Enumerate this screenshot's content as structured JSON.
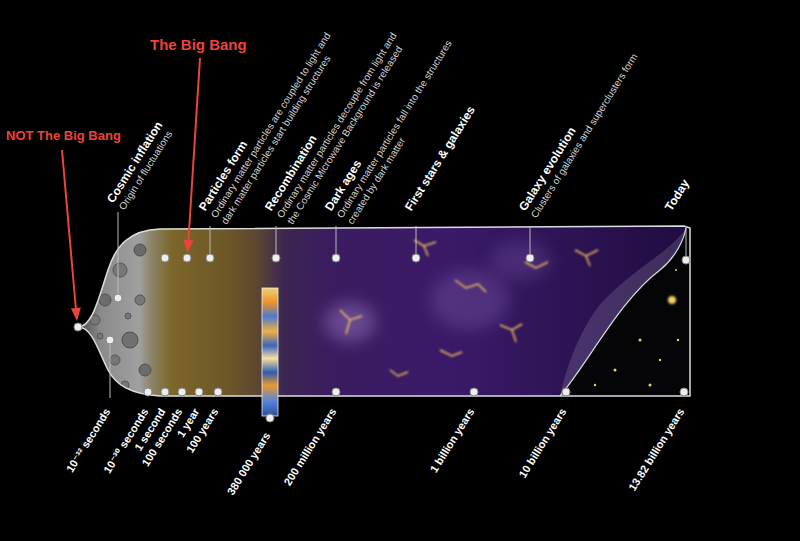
{
  "diagram": {
    "labels": [
      "The Big Bang",
      "NOT The Big Bang",
      "Cosmic inflation",
      "Origin of fluctuations",
      "Particles form",
      "Ordinary matter particles are coupled to light and dark matter particles start building structures",
      "Recombination",
      "Ordinary matter particles decouple from light and the Cosmic Microwave Background is released",
      "Dark ages",
      "Ordinary matter particles fall into the structures created by dark matter",
      "First stars & galaxies",
      "Galaxy evolution",
      "Clusters of galaxies and superclusters form",
      "Today",
      "10⁻³² seconds",
      "10⁻³⁰ seconds",
      "1 second",
      "100 seconds",
      "1 year",
      "100 years",
      "380 000 years",
      "200 million years",
      "1 billion years",
      "10 billion years",
      "13.82 billion years"
    ]
  }
}
